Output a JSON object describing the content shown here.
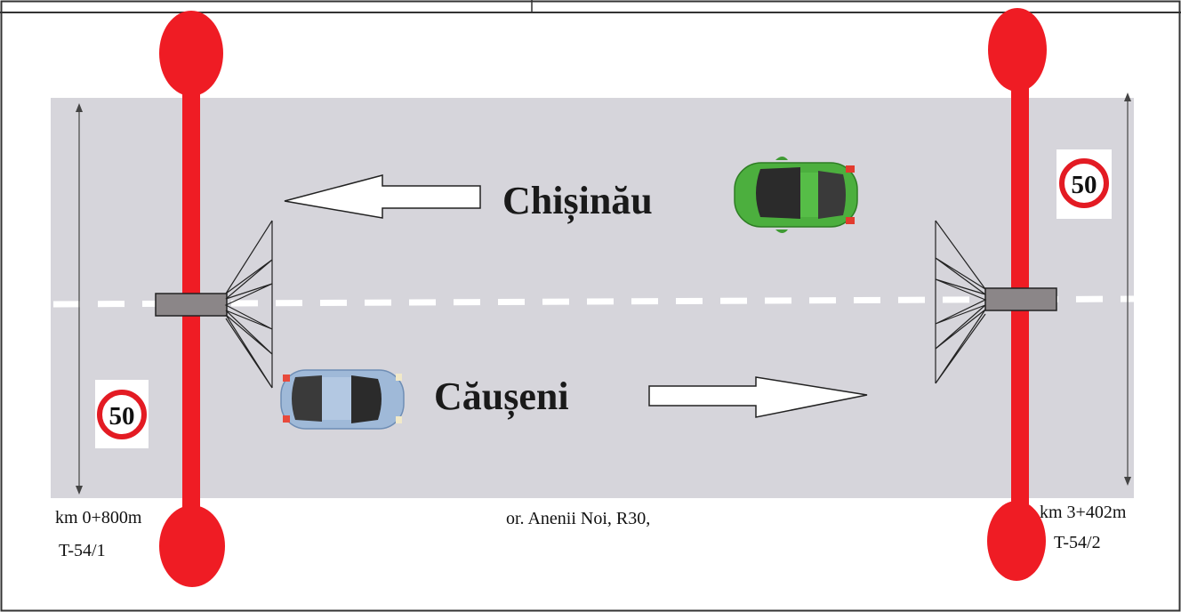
{
  "directions": {
    "top": "Chișinău",
    "bottom": "Căușeni"
  },
  "speed_signs": {
    "left": "50",
    "right": "50"
  },
  "points": {
    "left": {
      "km": "km 0+800m",
      "id": "T-54/1"
    },
    "right": {
      "km": "km 3+402m",
      "id": "T-54/2"
    }
  },
  "location": "or. Anenii Noi, R30,",
  "colors": {
    "road": "#d6d5db",
    "pole": "#ef1c24",
    "lane_marking": "#ffffff",
    "car_top": "#4caf3e",
    "car_bottom": "#9fb9d8",
    "sign_ring": "#e31b23"
  },
  "icons": {
    "car_top": "green-car-icon",
    "car_bottom": "blue-car-icon",
    "camera_left": "speed-camera-icon",
    "camera_right": "speed-camera-icon"
  }
}
